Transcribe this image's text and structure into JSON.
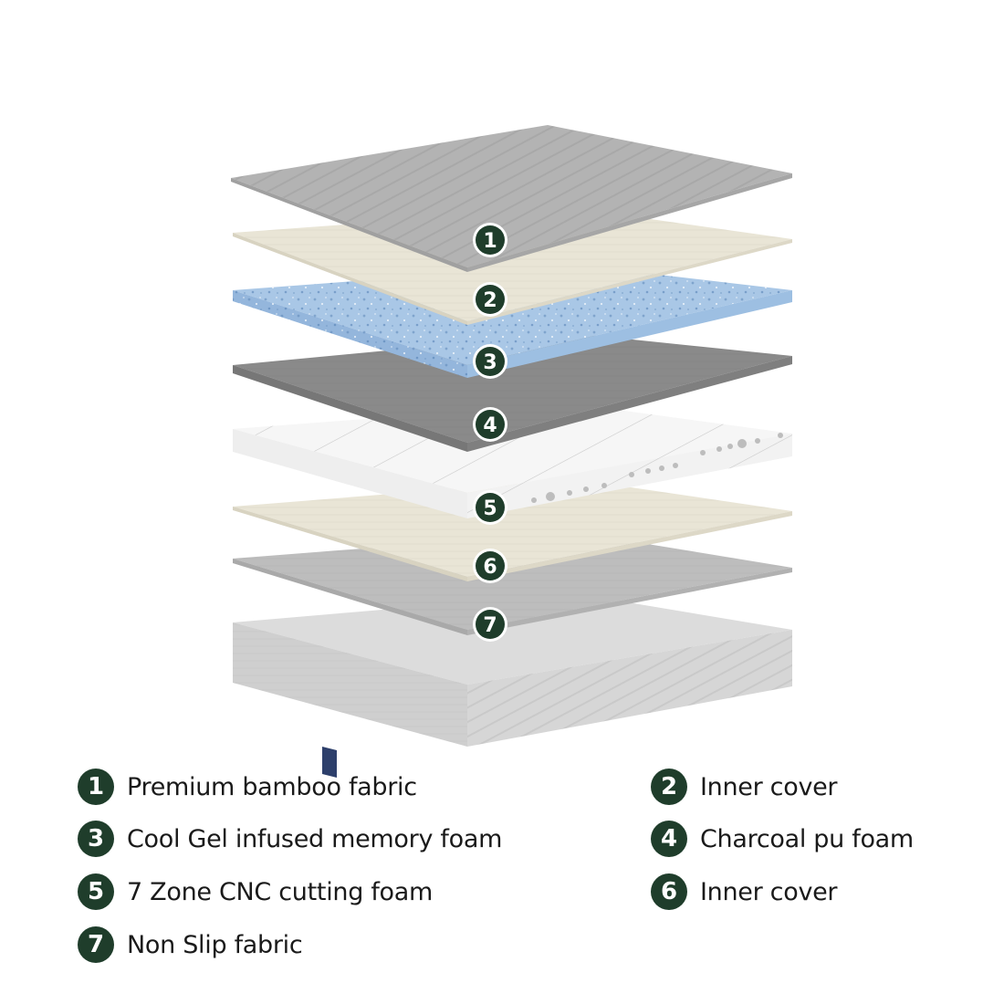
{
  "colors": {
    "marker_fill": "#1f3d2b",
    "marker_text": "#ffffff",
    "bamboo_fabric": "#b3b3b3",
    "inner_cover": "#e9e5d6",
    "gel_foam": "#a9c7e6",
    "charcoal_foam": "#8a8a8a",
    "zone_foam": "#f4f4f4",
    "non_slip_fabric": "#bdbdbd",
    "mattress_base": "#dcdcdc"
  },
  "layers": [
    {
      "number": "1",
      "material": "bamboo_fabric"
    },
    {
      "number": "2",
      "material": "inner_cover"
    },
    {
      "number": "3",
      "material": "gel_foam"
    },
    {
      "number": "4",
      "material": "charcoal_foam"
    },
    {
      "number": "5",
      "material": "zone_foam"
    },
    {
      "number": "6",
      "material": "inner_cover"
    },
    {
      "number": "7",
      "material": "non_slip_fabric"
    }
  ],
  "legend": [
    {
      "number": "1",
      "label": "Premium bamboo fabric"
    },
    {
      "number": "2",
      "label": "Inner cover"
    },
    {
      "number": "3",
      "label": "Cool Gel infused memory foam"
    },
    {
      "number": "4",
      "label": "Charcoal pu foam"
    },
    {
      "number": "5",
      "label": "7 Zone CNC cutting foam"
    },
    {
      "number": "6",
      "label": "Inner cover"
    },
    {
      "number": "7",
      "label": "Non Slip fabric"
    }
  ]
}
